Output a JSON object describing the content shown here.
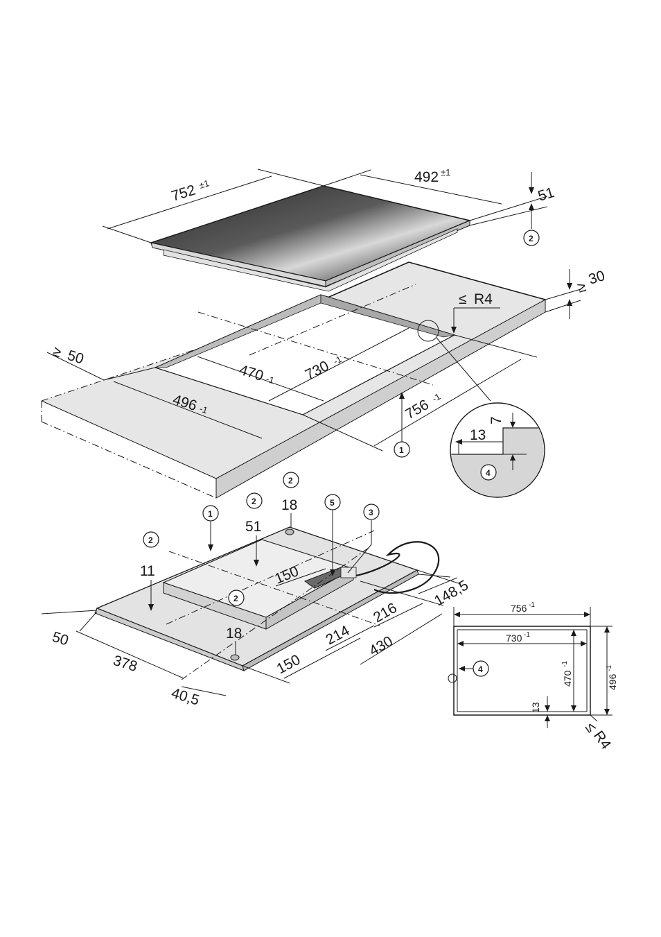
{
  "hob": {
    "width_label": "752",
    "width_tol": "±1",
    "depth_label": "492",
    "depth_tol": "±1",
    "height_label": "51",
    "callout": "2"
  },
  "worktop": {
    "thickness_label": "30",
    "thickness_prefix": "≥",
    "radius_label": "R4",
    "radius_prefix": "≤",
    "edge_label": "50",
    "edge_prefix": "≥",
    "cutout_depth_label": "470",
    "cutout_depth_tol": "-1",
    "cutout_width_label": "730",
    "cutout_width_tol": "-1",
    "outer_depth_label": "496",
    "outer_depth_tol": "-1",
    "outer_width_label": "756",
    "outer_width_tol": "-1",
    "callout": "1"
  },
  "detail": {
    "step_width_label": "13",
    "step_height_label": "7",
    "callout": "4"
  },
  "underside": {
    "callouts": [
      "2",
      "2",
      "1",
      "2",
      "5",
      "3",
      "2"
    ],
    "labels": {
      "foot_height_top": "18",
      "box_height": "51",
      "edge_height": "11",
      "box_offset": "150",
      "conn_offset": "148,5",
      "conn_width": "216",
      "foot_height_front": "18",
      "front_left_edge": "50",
      "front_left_span": "378",
      "front_corner": "40,5",
      "front_mid_a": "150",
      "front_mid_b": "214",
      "front_right": "430"
    }
  },
  "plan": {
    "outer_width_label": "756",
    "outer_width_tol": "-1",
    "inner_width_label": "730",
    "inner_width_tol": "-1",
    "inner_depth_label": "470",
    "inner_depth_tol": "-1",
    "outer_depth_label": "496",
    "outer_depth_tol": "-1",
    "step_label": "13",
    "radius_label": "R4",
    "radius_prefix": "≤",
    "callout": "4"
  }
}
